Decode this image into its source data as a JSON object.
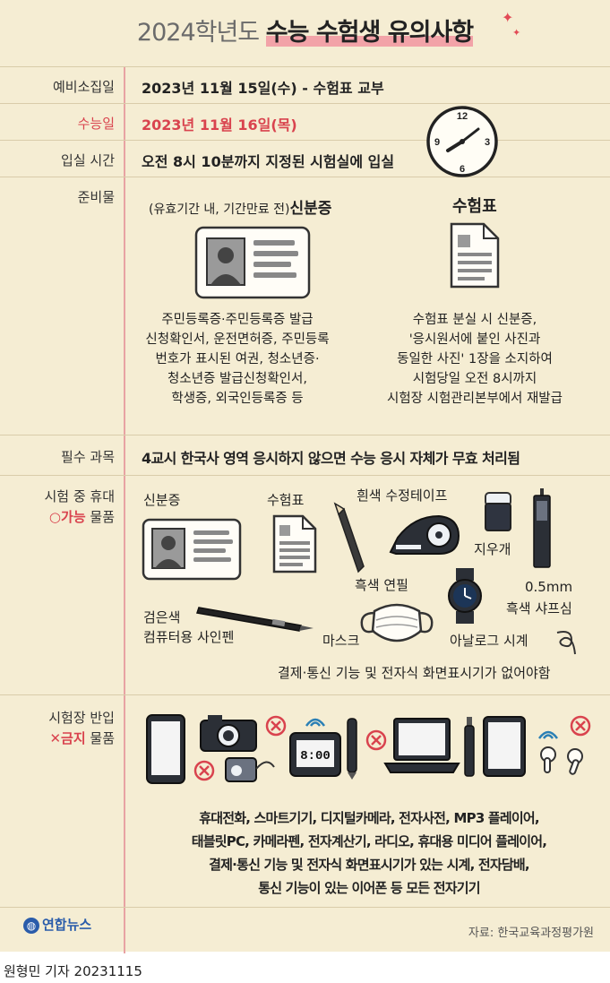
{
  "title": {
    "prefix": "2024학년도 ",
    "highlight": "수능 수험생 유의사항"
  },
  "rows": {
    "prereg": {
      "label": "예비소집일",
      "value": "2023년 11월 15일(수) - 수험표 교부"
    },
    "exam_day": {
      "label": "수능일",
      "value": "2023년 11월 16일(목)"
    },
    "entry": {
      "label": "입실 시간",
      "value": "오전 8시 10분까지 지정된 시험실에 입실"
    },
    "prep": {
      "label": "준비물",
      "id_title_sub": "(유효기간 내, 기간만료 전)",
      "id_title": "신분증",
      "ticket_title": "수험표",
      "id_desc": [
        "주민등록증·주민등록증 발급",
        "신청확인서, 운전면허증, 주민등록",
        "번호가 표시된 여권, 청소년증·",
        "청소년증 발급신청확인서,",
        "학생증, 외국인등록증 등"
      ],
      "ticket_desc": [
        "수험표 분실 시 신분증,",
        "'응시원서에 붙인 사진과",
        "동일한 사진' 1장을 소지하여",
        "시험당일 오전 8시까지",
        "시험장 시험관리본부에서 재발급"
      ]
    },
    "required": {
      "label": "필수 과목",
      "value": "4교시 한국사 영역 응시하지 않으면 수능 응시 자체가 무효 처리됨"
    },
    "allowed": {
      "label_line1": "시험 중 휴대",
      "mark": "○",
      "label_bold": "가능",
      "label_rest": " 물품",
      "items": {
        "id": "신분증",
        "ticket": "수험표",
        "tape": "흰색 수정테이프",
        "eraser": "지우개",
        "pencil": "흑색 연필",
        "mech_line1": "0.5mm",
        "mech_line2": "흑색 샤프심",
        "pen_line1": "검은색",
        "pen_line2": "컴퓨터용 사인펜",
        "mask": "마스크",
        "watch": "아날로그 시계"
      },
      "note": "결제·통신 기능 및 전자식 화면표시기가 없어야함"
    },
    "banned": {
      "label_line1": "시험장 반입",
      "mark": "✕",
      "label_bold": "금지",
      "label_rest": " 물품",
      "desc": [
        "휴대전화, 스마트기기, 디지털카메라, 전자사전, MP3 플레이어,",
        "태블릿PC, 카메라펜, 전자계산기, 라디오, 휴대용 미디어 플레이어,",
        "결제·통신 기능 및 전자식 화면표시기가 있는 시계, 전자담배,",
        "통신 기능이 있는 이어폰 등 모든 전자기기"
      ],
      "clock_display": "8:00"
    }
  },
  "clock_numbers": [
    "12",
    "3",
    "6",
    "9"
  ],
  "source": "자료: 한국교육과정평가원",
  "logo": "연합뉴스",
  "credit": "원형민 기자  20231115",
  "colors": {
    "background": "#f5edd3",
    "accent": "#d9434e",
    "rule": "#e8a3a3",
    "logo": "#2a5caa"
  }
}
